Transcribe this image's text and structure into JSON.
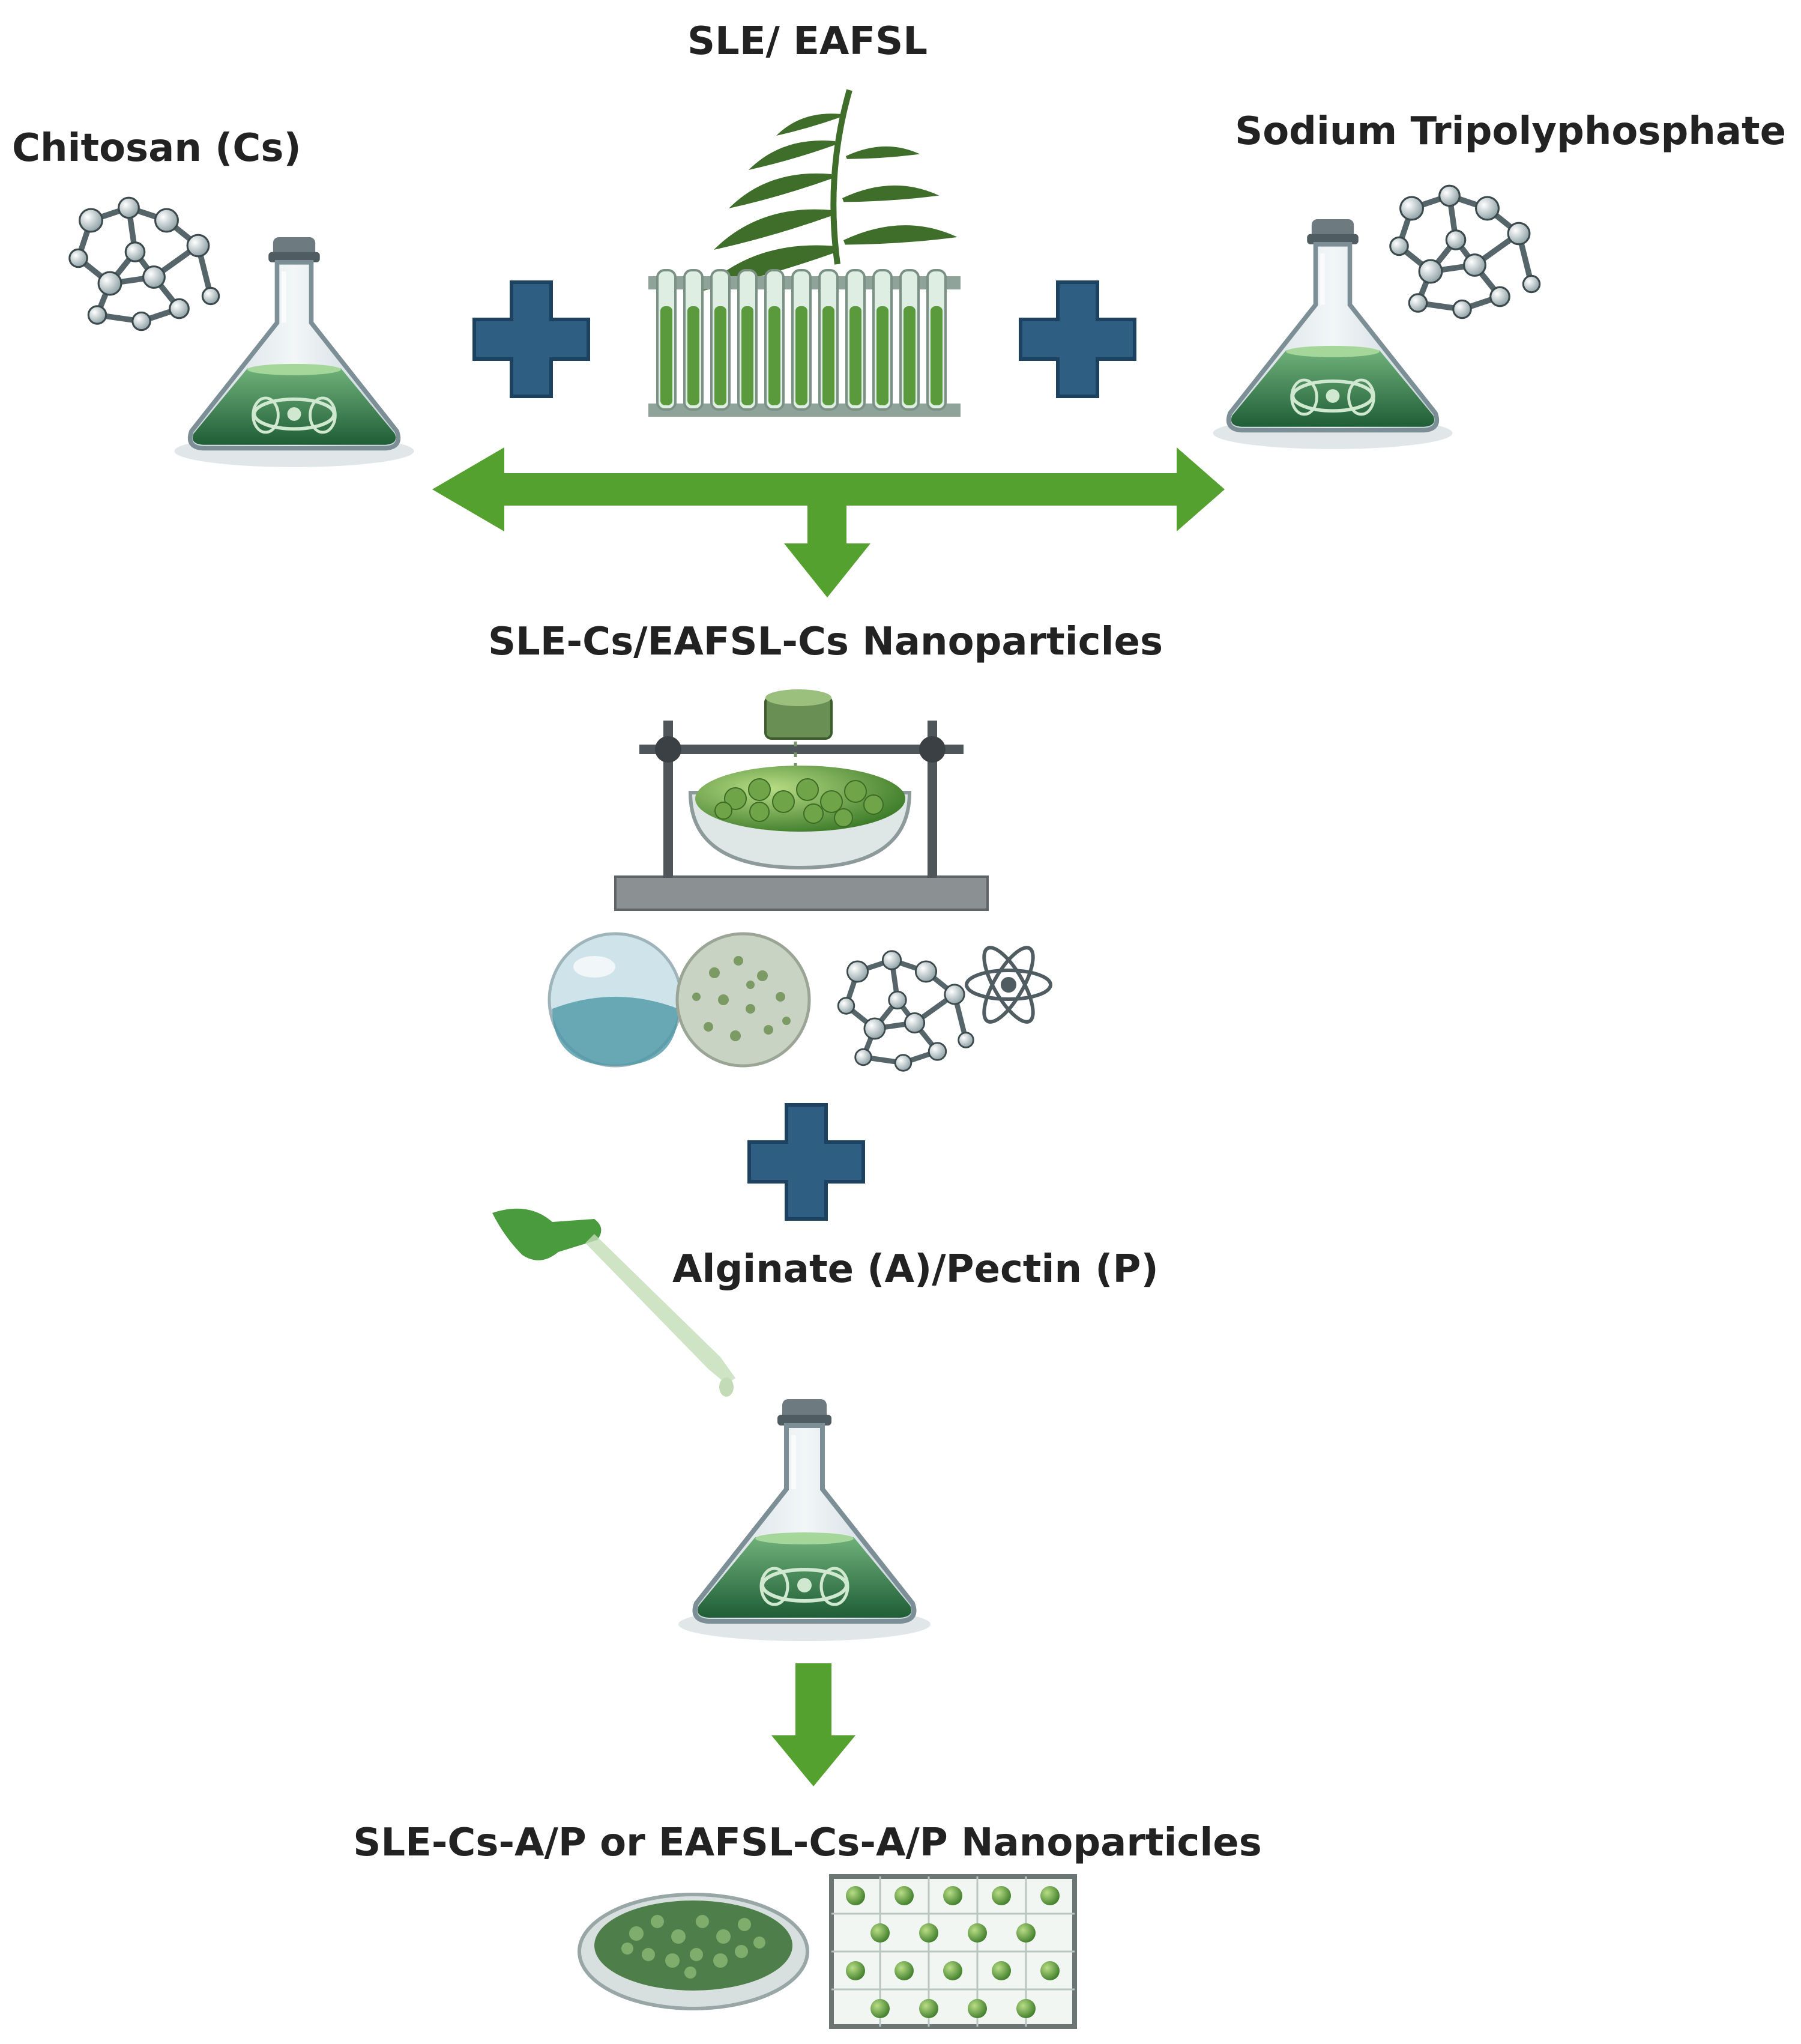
{
  "labels": {
    "chitosan": "Chitosan (Cs)",
    "extract": "SLE/ EAFSL",
    "tpp": "Sodium Tripolyphosphate",
    "nanoparticles_1": "SLE-Cs/EAFSL-Cs Nanoparticles",
    "coating": "Alginate (A)/Pectin (P)",
    "nanoparticles_2": "SLE-Cs-A/P or EAFSL-Cs-A/P Nanoparticles"
  },
  "icons": {
    "flask": "conical-flask-icon",
    "molecule": "molecule-icon",
    "leaf": "fern-leaf-icon",
    "tubes": "test-tube-rack-icon",
    "plus": "plus-icon",
    "arrow": "arrow-icon",
    "stand": "lab-stand-icon",
    "atom": "atom-icon",
    "dropper": "dropper-icon",
    "dish": "petri-dish-icon",
    "grid": "particle-grid-icon"
  },
  "colors": {
    "arrow_green": "#55a12f",
    "plus_blue": "#2e5f82",
    "liquid_green": "#2f7a45",
    "leaf_green": "#3e6e2a",
    "text": "#222222"
  }
}
